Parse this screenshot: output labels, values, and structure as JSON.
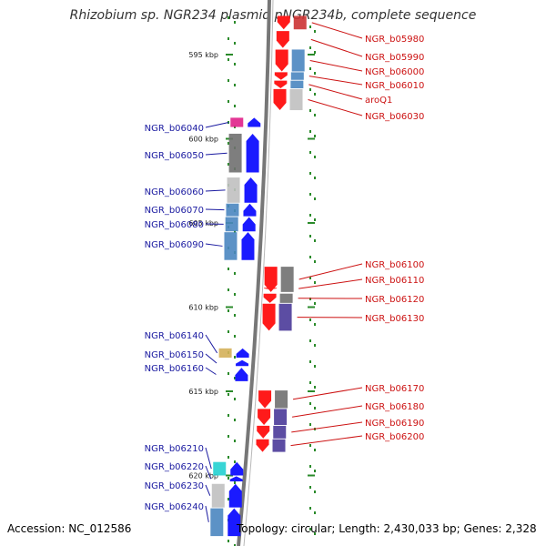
{
  "title": "Rhizobium sp. NGR234 plasmid pNGR234b, complete sequence",
  "footer": {
    "accession": "Accession: NC_012586",
    "topology": "Topology: circular; Length: 2,430,033 bp; Genes: 2,328"
  },
  "colors": {
    "forward": "#1a1aff",
    "reverse": "#ff1a1a",
    "backbone": "#777777",
    "grid": "#2a8a2a",
    "label_left": "#1a1aa0",
    "label_right": "#cc1111"
  },
  "scale": {
    "unit": "kbp",
    "ticks": [
      {
        "label": "595 kbp",
        "kbp": 595
      },
      {
        "label": "600 kbp",
        "kbp": 600
      },
      {
        "label": "605 kbp",
        "kbp": 605
      },
      {
        "label": "610 kbp",
        "kbp": 610
      },
      {
        "label": "615 kbp",
        "kbp": 615
      },
      {
        "label": "620 kbp",
        "kbp": 620
      }
    ]
  },
  "genes": [
    {
      "name": "NGR_b05980",
      "strand": "-",
      "start": 592.7,
      "end": 593.5,
      "cog": "#cc3333"
    },
    {
      "name": "NGR_b05990",
      "strand": "-",
      "start": 593.6,
      "end": 594.6,
      "cog": ""
    },
    {
      "name": "NGR_b06000",
      "strand": "-",
      "start": 594.7,
      "end": 596.0,
      "cog": "#4a86c0"
    },
    {
      "name": "NGR_b06010",
      "strand": "-",
      "start": 596.05,
      "end": 596.5,
      "cog": "#4a86c0"
    },
    {
      "name": "aroQ1",
      "strand": "-",
      "start": 596.55,
      "end": 597.0,
      "cog": "#4a86c0"
    },
    {
      "name": "NGR_b06030",
      "strand": "-",
      "start": 597.05,
      "end": 598.3,
      "cog": "#c0c0c0"
    },
    {
      "name": "NGR_b06040",
      "strand": "+",
      "start": 598.75,
      "end": 599.3,
      "cog": "#e0208a"
    },
    {
      "name": "NGR_b06050",
      "strand": "+",
      "start": 599.7,
      "end": 602.0,
      "cog": "#707070"
    },
    {
      "name": "NGR_b06060",
      "strand": "+",
      "start": 602.3,
      "end": 603.8,
      "cog": "#c0c0c0"
    },
    {
      "name": "NGR_b06070",
      "strand": "+",
      "start": 603.85,
      "end": 604.6,
      "cog": "#4a86c0"
    },
    {
      "name": "NGR_b06080",
      "strand": "+",
      "start": 604.65,
      "end": 605.5,
      "cog": "#4a86c0"
    },
    {
      "name": "NGR_b06090",
      "strand": "+",
      "start": 605.55,
      "end": 607.2,
      "cog": "#4a86c0"
    },
    {
      "name": "NGR_b06100",
      "strand": "-",
      "start": 607.6,
      "end": 609.1,
      "cog": "#707070"
    },
    {
      "name": "NGR_b06110",
      "strand": "-",
      "start": 608.85,
      "end": 608.95,
      "cog": ""
    },
    {
      "name": "NGR_b06120",
      "strand": "-",
      "start": 609.2,
      "end": 609.75,
      "cog": "#707070"
    },
    {
      "name": "NGR_b06130",
      "strand": "-",
      "start": 609.8,
      "end": 611.4,
      "cog": "#4a3a99"
    },
    {
      "name": "NGR_b06140",
      "strand": "+",
      "start": 612.45,
      "end": 613.0,
      "cog": "#d4b05a"
    },
    {
      "name": "NGR_b06150",
      "strand": "+",
      "start": 613.15,
      "end": 613.5,
      "cog": ""
    },
    {
      "name": "NGR_b06160",
      "strand": "+",
      "start": 613.6,
      "end": 614.4,
      "cog": ""
    },
    {
      "name": "NGR_b06170",
      "strand": "-",
      "start": 614.95,
      "end": 616.0,
      "cog": "#707070"
    },
    {
      "name": "NGR_b06180",
      "strand": "-",
      "start": 616.05,
      "end": 617.0,
      "cog": "#4a3a99"
    },
    {
      "name": "NGR_b06190",
      "strand": "-",
      "start": 617.05,
      "end": 617.8,
      "cog": "#4a3a99"
    },
    {
      "name": "NGR_b06200",
      "strand": "-",
      "start": 617.85,
      "end": 618.6,
      "cog": "#4a3a99"
    },
    {
      "name": "NGR_b06210",
      "strand": "+",
      "start": 619.2,
      "end": 620.0,
      "cog": "#22d0d0"
    },
    {
      "name": "NGR_b06220",
      "strand": "+",
      "start": 620.05,
      "end": 620.35,
      "cog": ""
    },
    {
      "name": "NGR_b06230",
      "strand": "+",
      "start": 620.5,
      "end": 621.9,
      "cog": "#c0c0c0"
    },
    {
      "name": "NGR_b06240",
      "strand": "+",
      "start": 621.95,
      "end": 623.6,
      "cog": "#4a86c0"
    }
  ]
}
